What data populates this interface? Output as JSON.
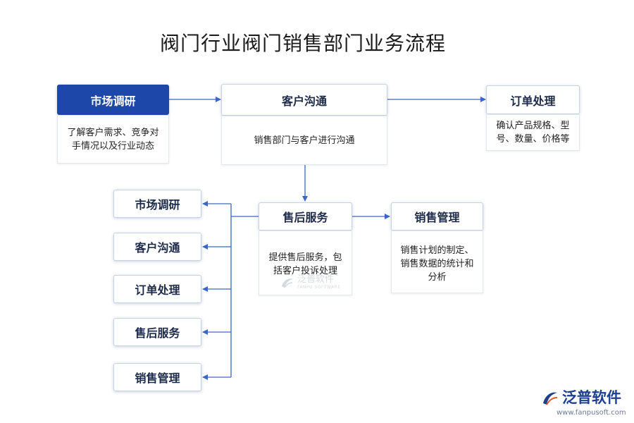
{
  "title": "阀门行业阀门销售部门业务流程",
  "nodes": {
    "market": {
      "label": "市场调研",
      "desc_lines": [
        "了解客户需求、竞争对",
        "手情况以及行业动态"
      ]
    },
    "comm": {
      "label": "客户沟通",
      "desc_lines": [
        "销售部门与客户进行沟通"
      ]
    },
    "order": {
      "label": "订单处理",
      "desc_lines": [
        "确认产品规格、型",
        "号、数量、价格等"
      ]
    },
    "aftersale": {
      "label": "售后服务",
      "desc_lines": [
        "提供售后服务，包",
        "括客户投诉处理"
      ]
    },
    "salesmgmt": {
      "label": "销售管理",
      "desc_lines": [
        "销售计划的制定、",
        "销售数据的统计和",
        "分析"
      ]
    }
  },
  "side_list": [
    "市场调研",
    "客户沟通",
    "订单处理",
    "售后服务",
    "销售管理"
  ],
  "watermark": {
    "text": "泛普软件",
    "sub": "FANPU SOFTWARE"
  },
  "logo": {
    "text": "泛普软件",
    "url": "www.fanpusoft.com"
  },
  "colors": {
    "active": "#1d47a8",
    "line": "#3a66c4",
    "logo": "#1d3f8f"
  }
}
